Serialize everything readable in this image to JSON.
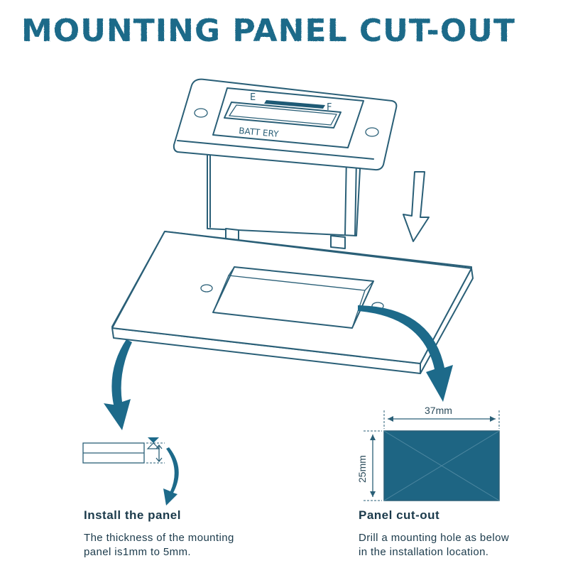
{
  "title": "MOUNTING PANEL CUT-OUT",
  "gauge": {
    "empty_label": "E",
    "full_label": "F",
    "name_label": "BATT ERY"
  },
  "install": {
    "heading": "Install the panel",
    "text_line1": "The thickness of the mounting",
    "text_line2": "panel is1mm to 5mm."
  },
  "cutout": {
    "heading": "Panel cut-out",
    "text_line1": "Drill a mounting hole as below",
    "text_line2": "in the installation location.",
    "width_label": "37mm",
    "height_label": "25mm"
  },
  "colors": {
    "accent": "#1f6b89",
    "line": "#2a5f77",
    "cutout_fill": "#1e6583"
  }
}
